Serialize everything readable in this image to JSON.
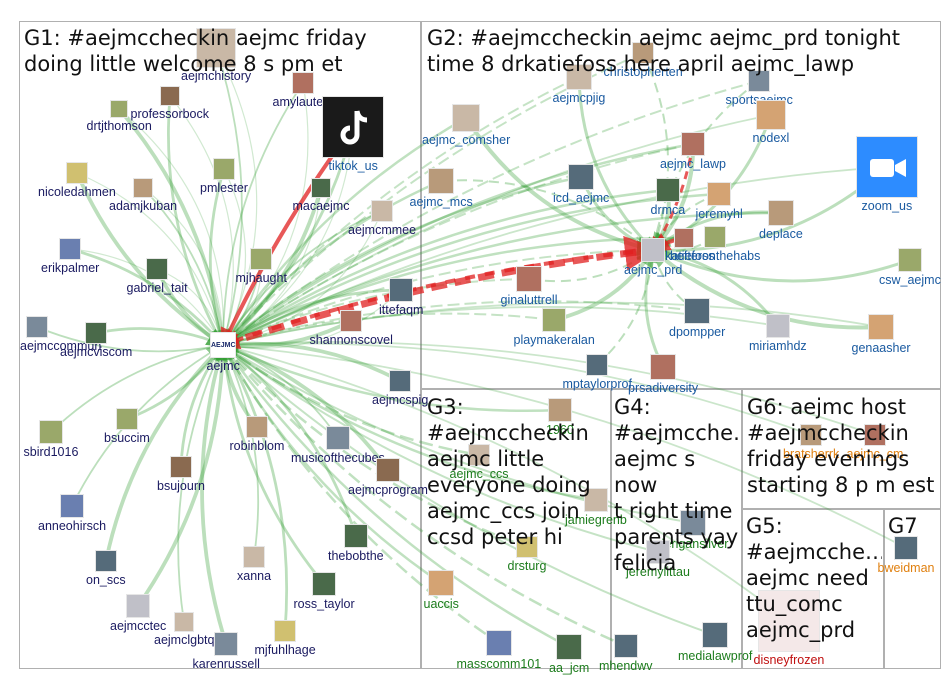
{
  "colors": {
    "panel_border": "#b0b0b0",
    "edge_green": "#2e9a2e",
    "edge_red": "#e02020",
    "label_blue": "#1a5aa0",
    "label_navy": "#1a1a60",
    "label_green": "#1c7c1c",
    "label_red": "#c01010",
    "label_orange": "#e08010"
  },
  "groups": [
    {
      "id": "G1",
      "title": "G1: #aejmccheckin aejmc friday\ndoing little welcome 8 s pm et"
    },
    {
      "id": "G2",
      "title": "G2: #aejmccheckin aejmc aejmc_prd tonight\ntime 8 drkatiefoss here april aejmc_lawp"
    },
    {
      "id": "G3",
      "title": "G3:\n#aejmccheckin\naejmc little\neveryone doing\naejmc_ccs join\nccsd peter hi"
    },
    {
      "id": "G4",
      "title": "G4:\n#aejmcche…\naejmc s now\nt right time\nparents yay\nfelicia"
    },
    {
      "id": "G6",
      "title": "G6: aejmc host\n#aejmccheckin\nfriday evenings\nstarting 8 p m est"
    },
    {
      "id": "G5",
      "title": "G5:\n#aejmcche…\naejmc need\nttu_comc\naejmc_prd"
    },
    {
      "id": "G7",
      "title": "G7"
    }
  ],
  "nodes": {
    "G1": [
      "aejmchistory",
      "professorbock",
      "drtjthomson",
      "amylauters",
      "tiktok_us",
      "nicoledahmen",
      "adamjkuban",
      "pmlester",
      "macaejmc",
      "aejmcmmee",
      "erikpalmer",
      "gabriel_tait",
      "mjhaught",
      "ittefaqm",
      "shannonscovel",
      "aejmccommun",
      "aejmcviscom",
      "aejmc",
      "aejmcspig",
      "sbird1016",
      "bsuccim",
      "robinblom",
      "musicofthecubes",
      "bsujourn",
      "aejmcprogram",
      "anneohirsch",
      "thebobthe",
      "on_scs",
      "xanna",
      "ross_taylor",
      "aejmcctec",
      "aejmclgbtq",
      "mjfuhlhage",
      "karenrussell"
    ],
    "G2": [
      "christopherten",
      "aejmcpjig",
      "aejmc_lawp",
      "sportsaejmc",
      "nodexl",
      "aejmc_comsher",
      "aejmc_mcs",
      "icd_aejmc",
      "drmca",
      "jeremyhl",
      "zoom_us",
      "drkatiefoss",
      "hefteronthehabs",
      "deplace",
      "aejmc_prd",
      "ginaluttrell",
      "csw_aejmc",
      "playmakeralan",
      "dpompper",
      "miriamhdz",
      "genaasher",
      "mptaylorprof",
      "prsadiversity"
    ],
    "G3": [
      "1960",
      "aejmc_ccs",
      "jamiegrenb",
      "drsturg",
      "uaccis",
      "masscomm101",
      "aa_jcm",
      "mhendwv"
    ],
    "G4": [
      "derigansilver",
      "jeremylittau",
      "medialawprof"
    ],
    "G6": [
      "bratsherrk",
      "aejmc_cm"
    ],
    "G5": [
      "disneyfrozen"
    ],
    "G7": [
      "bweidman"
    ]
  }
}
